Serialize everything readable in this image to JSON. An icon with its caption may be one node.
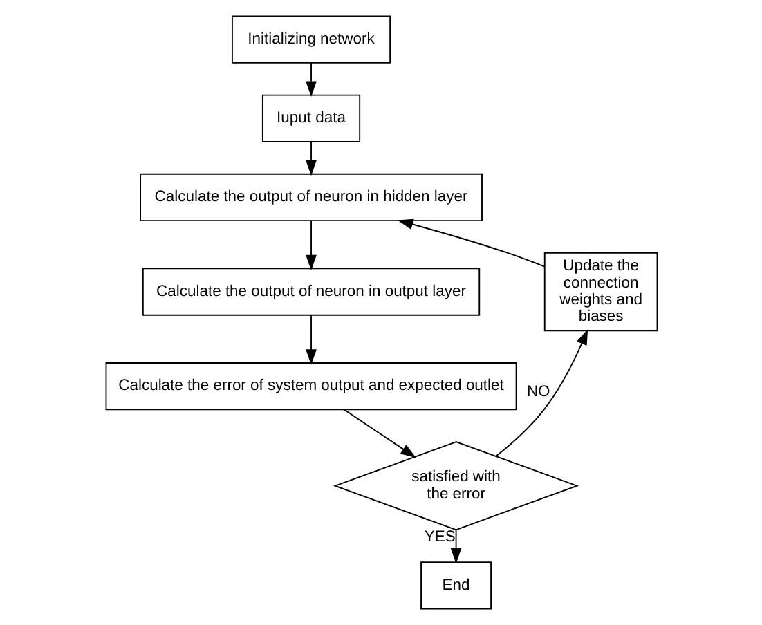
{
  "diagram": {
    "nodes": [
      {
        "text": [
          "Initializing network"
        ]
      },
      {
        "text": [
          "Iuput data"
        ]
      },
      {
        "text": [
          "Calculate the output of neuron in hidden layer"
        ]
      },
      {
        "text": [
          "Calculate the output of neuron in output layer"
        ]
      },
      {
        "text": [
          "Calculate the error of system output and expected outlet"
        ]
      },
      {
        "text": [
          "satisfied with the error"
        ]
      },
      {
        "text": [
          "End"
        ]
      },
      {
        "text": [
          "Update the connection weights and biases"
        ]
      }
    ],
    "edges": [
      {
        "from": 0,
        "to": 1,
        "arrow": "to"
      },
      {
        "from": 1,
        "to": 2,
        "arrow": "to"
      },
      {
        "from": 2,
        "to": 3,
        "arrow": "to"
      },
      {
        "from": 3,
        "to": 4,
        "arrow": "to"
      },
      {
        "from": 4,
        "to": 5,
        "arrow": "to"
      },
      {
        "from": 5,
        "to": 6,
        "label": "YES",
        "arrow": "to"
      },
      {
        "from": 5,
        "to": 7,
        "label": "NO",
        "arrow": "to"
      },
      {
        "from": 7,
        "to": 2,
        "arrow": "to"
      }
    ]
  }
}
